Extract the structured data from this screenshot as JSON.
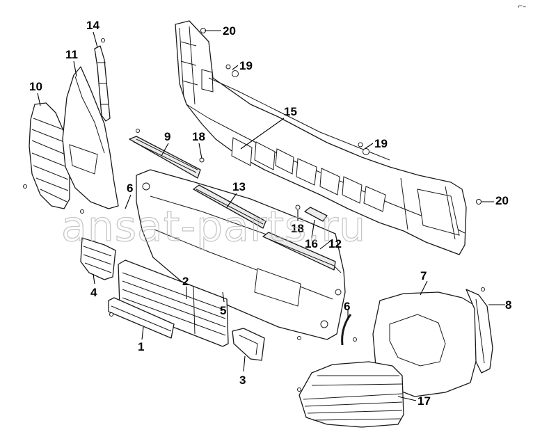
{
  "diagram": {
    "watermark": "ansat-parts.ru",
    "corner_mark": "⌐–",
    "callouts": [
      "1",
      "2",
      "3",
      "4",
      "5",
      "6",
      "6",
      "7",
      "8",
      "9",
      "10",
      "11",
      "12",
      "13",
      "14",
      "15",
      "16",
      "17",
      "18",
      "18",
      "19",
      "19",
      "20",
      "20"
    ]
  }
}
